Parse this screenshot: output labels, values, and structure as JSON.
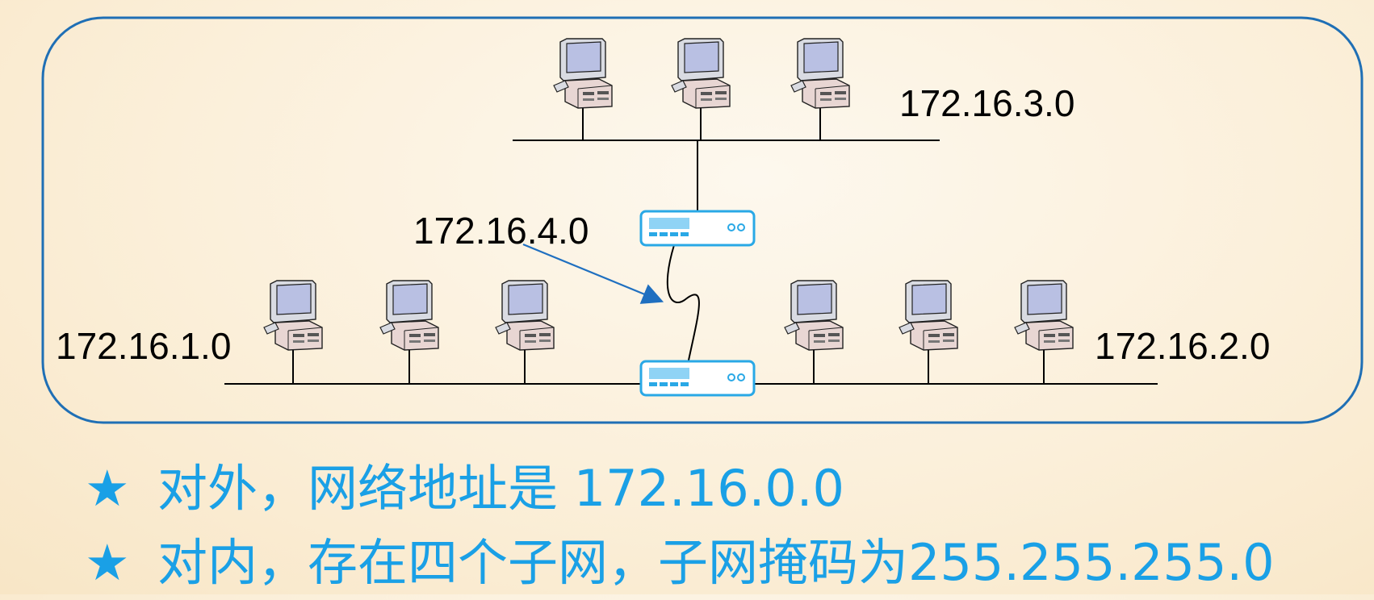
{
  "networks": {
    "top": "172.16.3.0",
    "link": "172.16.4.0",
    "left": "172.16.1.0",
    "right": "172.16.2.0"
  },
  "bullets": [
    {
      "star": "★",
      "text": "对外，网络地址是 172.16.0.0"
    },
    {
      "star": "★",
      "text": "对内，存在四个子网，子网掩码为255.255.255.0"
    }
  ],
  "colors": {
    "frame": "#1f6fb5",
    "router": "#29a8e6",
    "arrow": "#1f6fc0",
    "bullet_text": "#1aa0e6"
  }
}
